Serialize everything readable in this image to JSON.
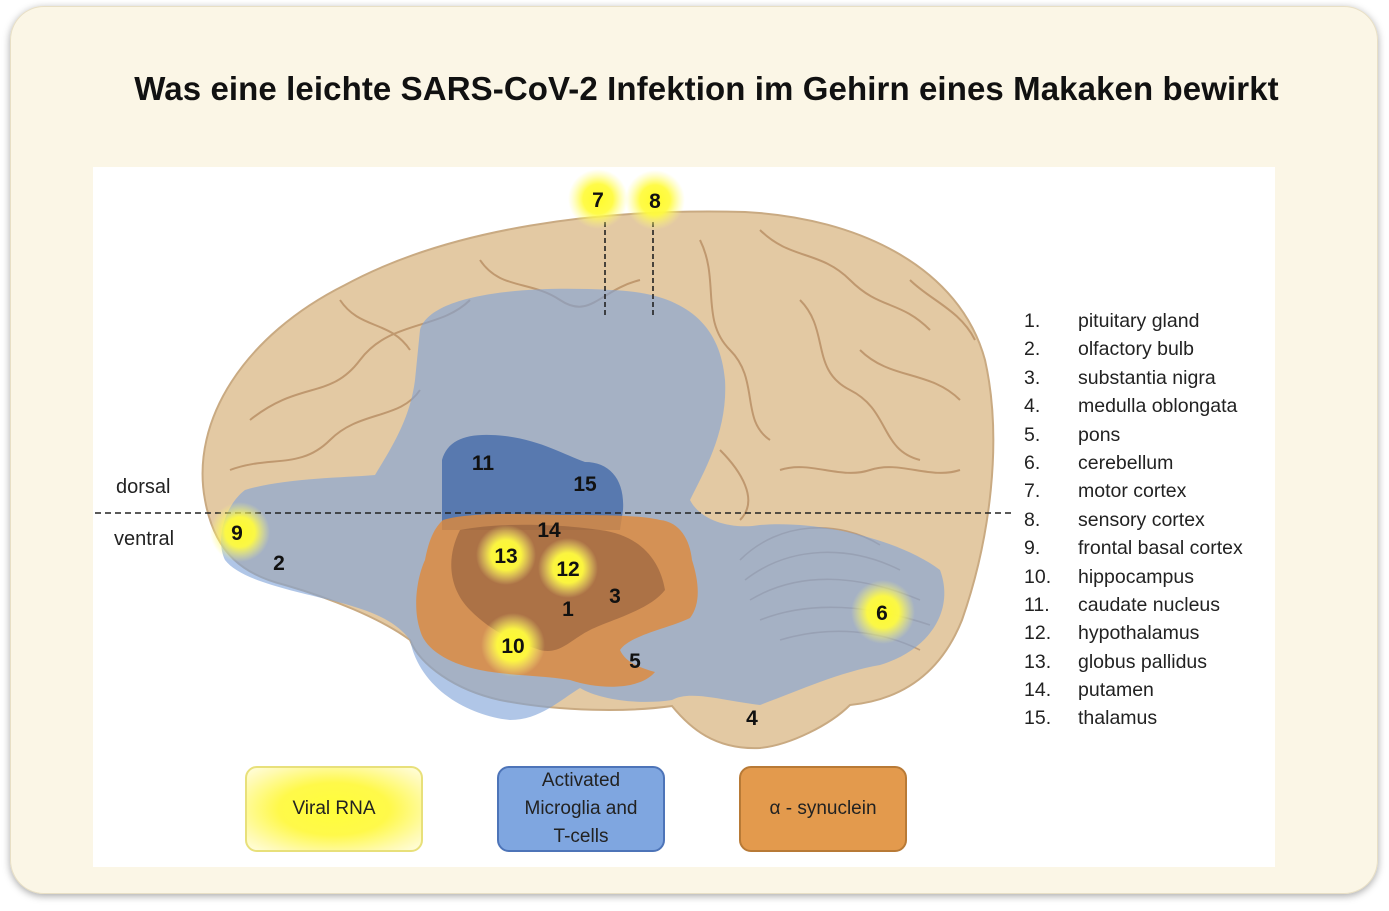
{
  "title": "Was eine leichte SARS-CoV-2 Infektion im Gehirn eines Makaken bewirkt",
  "orientation": {
    "dorsal": "dorsal",
    "ventral": "ventral"
  },
  "markers": {
    "m1": "1",
    "m2": "2",
    "m3": "3",
    "m4": "4",
    "m5": "5",
    "m6": "6",
    "m7": "7",
    "m8": "8",
    "m9": "9",
    "m10": "10",
    "m11": "11",
    "m12": "12",
    "m13": "13",
    "m14": "14",
    "m15": "15"
  },
  "regions": [
    {
      "n": "1.",
      "name": "pituitary gland"
    },
    {
      "n": "2.",
      "name": "olfactory bulb"
    },
    {
      "n": "3.",
      "name": "substantia nigra"
    },
    {
      "n": "4.",
      "name": "medulla oblongata"
    },
    {
      "n": "5.",
      "name": "pons"
    },
    {
      "n": "6.",
      "name": "cerebellum"
    },
    {
      "n": "7.",
      "name": "motor cortex"
    },
    {
      "n": "8.",
      "name": "sensory cortex"
    },
    {
      "n": "9.",
      "name": "frontal basal cortex"
    },
    {
      "n": "10.",
      "name": "hippocampus"
    },
    {
      "n": "11.",
      "name": "caudate nucleus"
    },
    {
      "n": "12.",
      "name": "hypothalamus"
    },
    {
      "n": "13.",
      "name": "globus pallidus"
    },
    {
      "n": "14.",
      "name": "putamen"
    },
    {
      "n": "15.",
      "name": "thalamus"
    }
  ],
  "key": {
    "viral_rna": "Viral RNA",
    "microglia_line1": "Activated",
    "microglia_line2": "Microglia and",
    "microglia_line3": "T-cells",
    "synuclein": "α - synuclein"
  },
  "colors": {
    "viral_rna": "#fff94a",
    "microglia": "#7fa6e0",
    "synuclein": "#e39a4d",
    "brain_tissue": "#e3c9a3"
  }
}
